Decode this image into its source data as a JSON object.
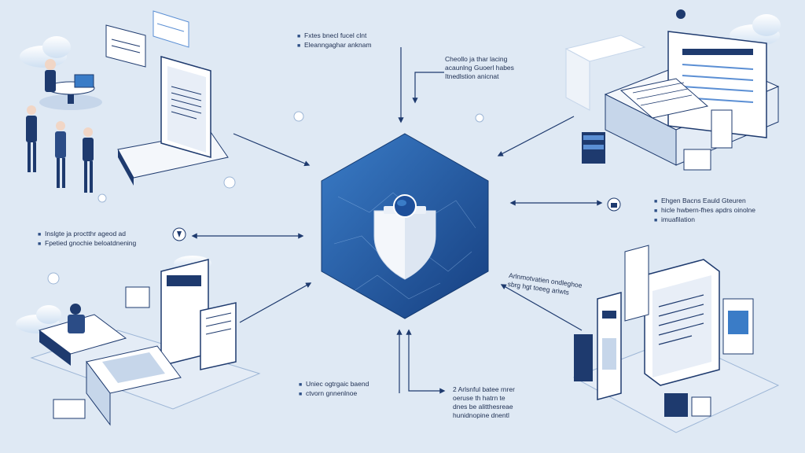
{
  "colors": {
    "background": "#dfe9f4",
    "hub_dark": "#1a4d96",
    "hub_light": "#3a7cc7",
    "line": "#1e3a6e",
    "accent": "#5b8fd4"
  },
  "hub": {
    "icon": "shield-globe-icon"
  },
  "labels": {
    "top_left": [
      "Fxtes bnecl fucel clnt",
      "Eleanngaghar anknam"
    ],
    "top_right": [
      "Cheollo ja thar lacing",
      "acaunlng Guoerl habes",
      "Itnedlstion anicnat"
    ],
    "right": [
      "Ehgen Bacns Eauld Gteuren",
      "hicle hwbern-fhes apdrs oinolne",
      "imuafilation"
    ],
    "left": [
      "Inslgte ja proctthr ageod ad",
      "Fpetied gnochie beloatdnening"
    ],
    "right_lower": [
      "Arlnmotvatien ondleghoe",
      "sbrg hgt toeeg ariwts"
    ],
    "bottom_left": [
      "Uniec ogtrgaic baend",
      "ctvorn gnnenlnoe"
    ],
    "bottom_right": [
      "2 Arlsnful batee rnrer",
      "oeruse th hatrn te",
      "dnes be alitthesreae",
      "hunidnopine dnentl"
    ]
  },
  "nodes": {
    "top_left": "office team with laptop",
    "top_right": "data center server",
    "bottom_left": "workstation desk",
    "bottom_right": "document devices"
  }
}
